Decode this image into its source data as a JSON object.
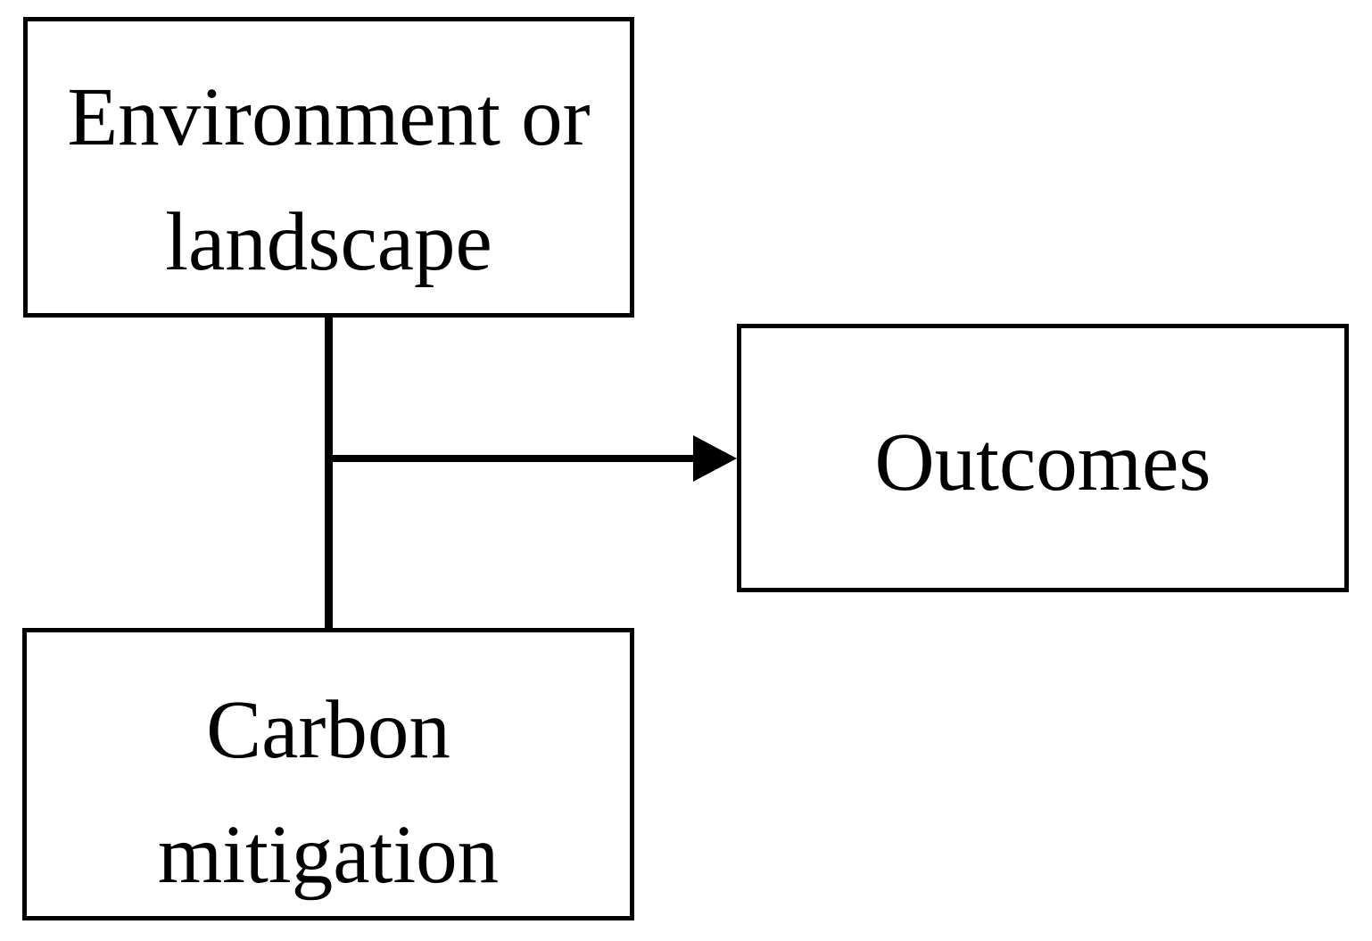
{
  "diagram": {
    "background_color": "#ffffff",
    "stroke_color": "#000000",
    "text_color": "#000000",
    "nodes": [
      {
        "id": "environment",
        "label": "Environment or landscape",
        "line1": "Environment or",
        "line2": "landscape"
      },
      {
        "id": "carbon",
        "label": "Carbon mitigation",
        "line1": "Carbon",
        "line2": "mitigation"
      },
      {
        "id": "outcomes",
        "label": "Outcomes",
        "line1": "Outcomes"
      }
    ],
    "connectors": [
      {
        "id": "vertical-tee",
        "type": "line",
        "from": "environment",
        "to": "carbon"
      },
      {
        "id": "arrow-to-outcomes",
        "type": "arrow",
        "from": "vertical-tee-midpoint",
        "to": "outcomes"
      }
    ]
  }
}
